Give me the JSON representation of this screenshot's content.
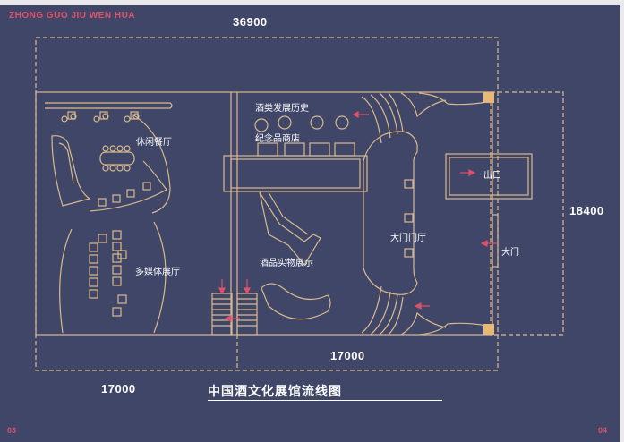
{
  "brand": "ZHONG GUO JIU WEN HUA",
  "page_left": "03",
  "page_right": "04",
  "dimensions": {
    "top": "36900",
    "right": "18400",
    "bottom_right": "17000",
    "bottom_left": "17000"
  },
  "rooms": {
    "leisure_restaurant": "休闲餐厅",
    "multimedia_hall": "多媒体展厅",
    "liquor_history": "酒类发展历史",
    "souvenir_shop": "纪念品商店",
    "product_display": "酒品实物展示",
    "entrance_hall": "大门门厅",
    "exit": "出口",
    "main_gate": "大门"
  },
  "title": "中国酒文化展馆流线图",
  "colors": {
    "background": "#3f4668",
    "lines": "#d9b98c",
    "flow_arrows": "#e0506a",
    "corner_blocks": "#e8b878",
    "text": "#ffffff",
    "brand": "#e0506a"
  }
}
